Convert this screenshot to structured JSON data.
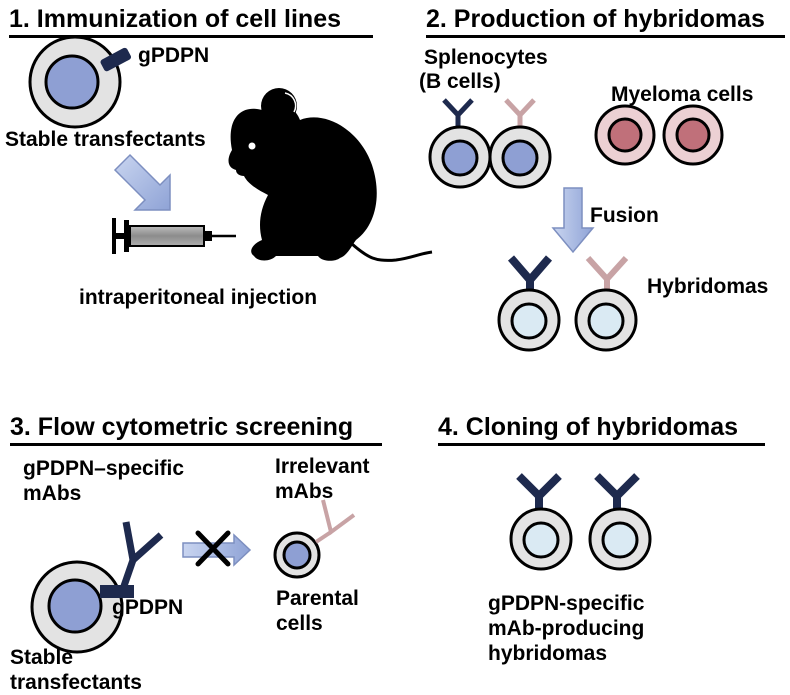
{
  "panel1": {
    "title": "1. Immunization of cell lines",
    "antigen_label": "gPDPN",
    "cell_label": "Stable transfectants",
    "injection_label": "intraperitoneal injection"
  },
  "panel2": {
    "title": "2. Production of hybridomas",
    "splenocytes_label_1": "Splenocytes",
    "splenocytes_label_2": "(B cells)",
    "myeloma_label": "Myeloma cells",
    "fusion_label": "Fusion",
    "hybridomas_label": "Hybridomas"
  },
  "panel3": {
    "title": "3. Flow cytometric screening",
    "specific_label_1": "gPDPN–specific",
    "specific_label_2": "mAbs",
    "irrelevant_label_1": "Irrelevant",
    "irrelevant_label_2": "mAbs",
    "antigen_label": "gPDPN",
    "parental_label_1": "Parental",
    "parental_label_2": "cells",
    "transfectant_label_1": "Stable",
    "transfectant_label_2": "transfectants"
  },
  "panel4": {
    "title": "4. Cloning of hybridomas",
    "result_label_1": "gPDPN-specific",
    "result_label_2": "mAb-producing",
    "result_label_3": "hybridomas"
  },
  "colors": {
    "cell_outer": "#e3e3e3",
    "cell_nucleus_blue": "#8e9fd3",
    "hybridoma_nucleus": "#daeaf3",
    "myeloma_outer": "#ecd0d3",
    "myeloma_nucleus": "#c0707a",
    "antibody_dark": "#1e2a4e",
    "antibody_pink": "#c8a3a5",
    "arrow_fill": "#a9b9e0",
    "syringe_barrel": "#999999"
  }
}
